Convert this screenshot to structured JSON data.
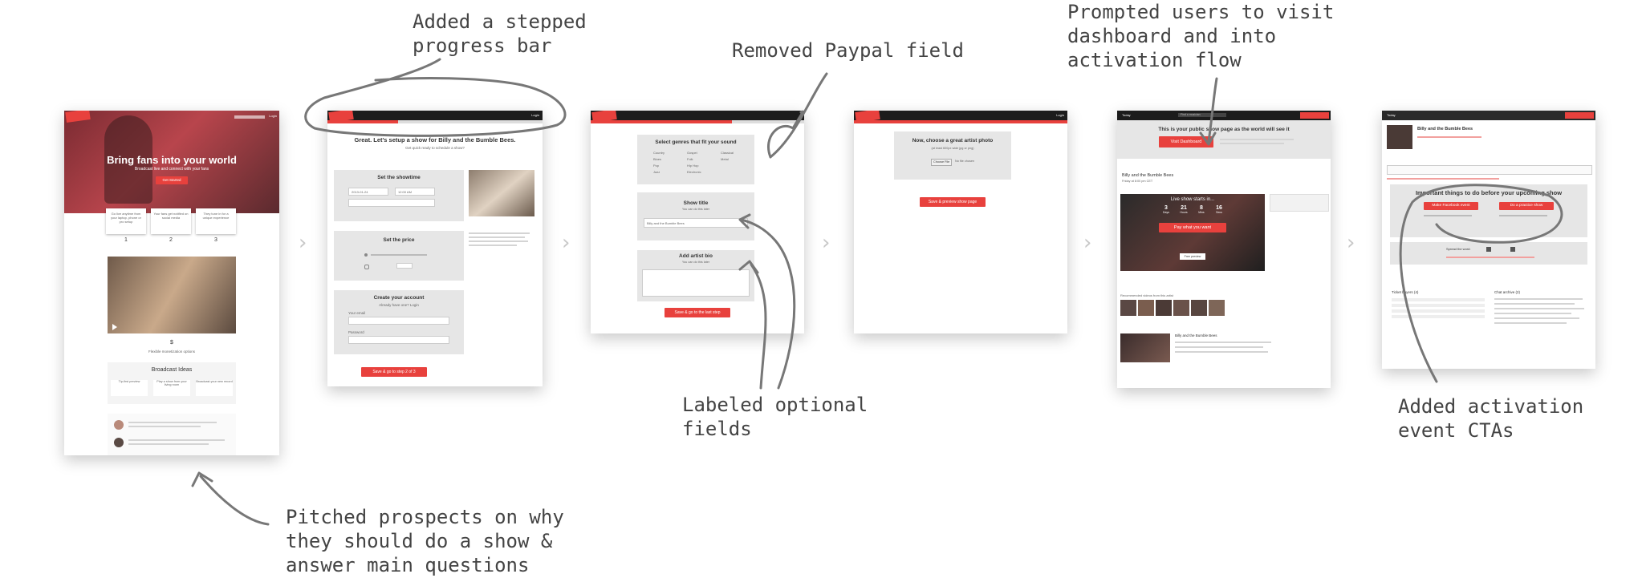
{
  "annotations": {
    "progress_bar": "Added a stepped\nprogress bar",
    "paypal": "Removed Paypal field",
    "dashboard": "Prompted users to visit\ndashboard and into\nactivation flow",
    "optional_fields": "Labeled optional\nfields",
    "activation_ctas": "Added activation\nevent CTAs",
    "pitched": "Pitched prospects on why\nthey should do a show &\nanswer main questions"
  },
  "screen1": {
    "hero_title": "Bring fans into your world",
    "hero_sub": "Broadcast live and connect with your fans",
    "hero_button": "Get Started",
    "login": "Login",
    "steps": [
      {
        "text": "Go live anytime from your laptop, phone or pro setup",
        "num": "1"
      },
      {
        "text": "Your fans get notified on social media",
        "num": "2"
      },
      {
        "text": "They tune in for a unique experience",
        "num": "3"
      }
    ],
    "price": "$",
    "price_caption": "Flexible monetization options",
    "ideas_title": "Broadcast Ideas",
    "ideas": [
      "Tip-first preview",
      "Play a show from your living room",
      "Broadcast your new record"
    ]
  },
  "screen2": {
    "title": "Great. Let's setup a show for Billy and the Bumble Bees.",
    "subtitle": "Get quick ready to schedule a show?",
    "showtime_title": "Set the showtime",
    "date_value": "2013-01-24",
    "time_value": "12:00 AM",
    "price_title": "Set the price",
    "account_title": "Create your account",
    "account_sub": "Already have one? Login",
    "email_label": "Your email",
    "password_label": "Password",
    "cta": "Save & go to step 2 of 3",
    "login": "Login"
  },
  "screen3": {
    "genres_title": "Select genres that fit your sound",
    "genres": [
      "Country",
      "Blues",
      "Pop",
      "Jazz",
      "Gospel",
      "Folk",
      "Hip Hop",
      "Electronic",
      "Classical",
      "Metal"
    ],
    "show_title_label": "Show title",
    "show_title_value": "Billy and the Bumble Bees",
    "artist_bio_label": "Add artist bio",
    "optional_note": "You can do this later",
    "cta": "Save & go to the last step"
  },
  "screen4": {
    "title": "Now, choose a great artist photo",
    "subtitle": "(at least 600px wide jpg or png)",
    "choose_file": "Choose File",
    "no_file": "No file chosen",
    "cta": "Save & preview show page",
    "login": "Login"
  },
  "screen5": {
    "banner": "This is your public show page as the world will see it",
    "banner_button": "Visit Dashboard",
    "artist": "Billy and the Bumble Bees",
    "date": "Friday at 8:00 pm CET",
    "live_in": "Live show starts in...",
    "countdown": [
      {
        "value": "3",
        "unit": "Days"
      },
      {
        "value": "21",
        "unit": "Hours"
      },
      {
        "value": "8",
        "unit": "Mins"
      },
      {
        "value": "16",
        "unit": "Secs"
      }
    ],
    "pay_button": "Pay what you want",
    "preview_button": "Free preview",
    "recommended": "Recommended videos from this artist",
    "nav_search": "Find a musician"
  },
  "screen6": {
    "artist": "Billy and the Bumble Bees",
    "headline": "Important things to do before your upcoming show",
    "button_left": "Make Facebook event",
    "button_right": "Do a practice show",
    "spread": "Spread the word:",
    "tickets_title": "Ticket buyers (4)",
    "chat_title": "Chat archive (2)",
    "today": "Today"
  },
  "chevron": "›",
  "colors": {
    "accent": "#e8413d",
    "dark": "#1c1c1c",
    "gray_box": "#e6e6e6",
    "annotation": "#444444"
  }
}
